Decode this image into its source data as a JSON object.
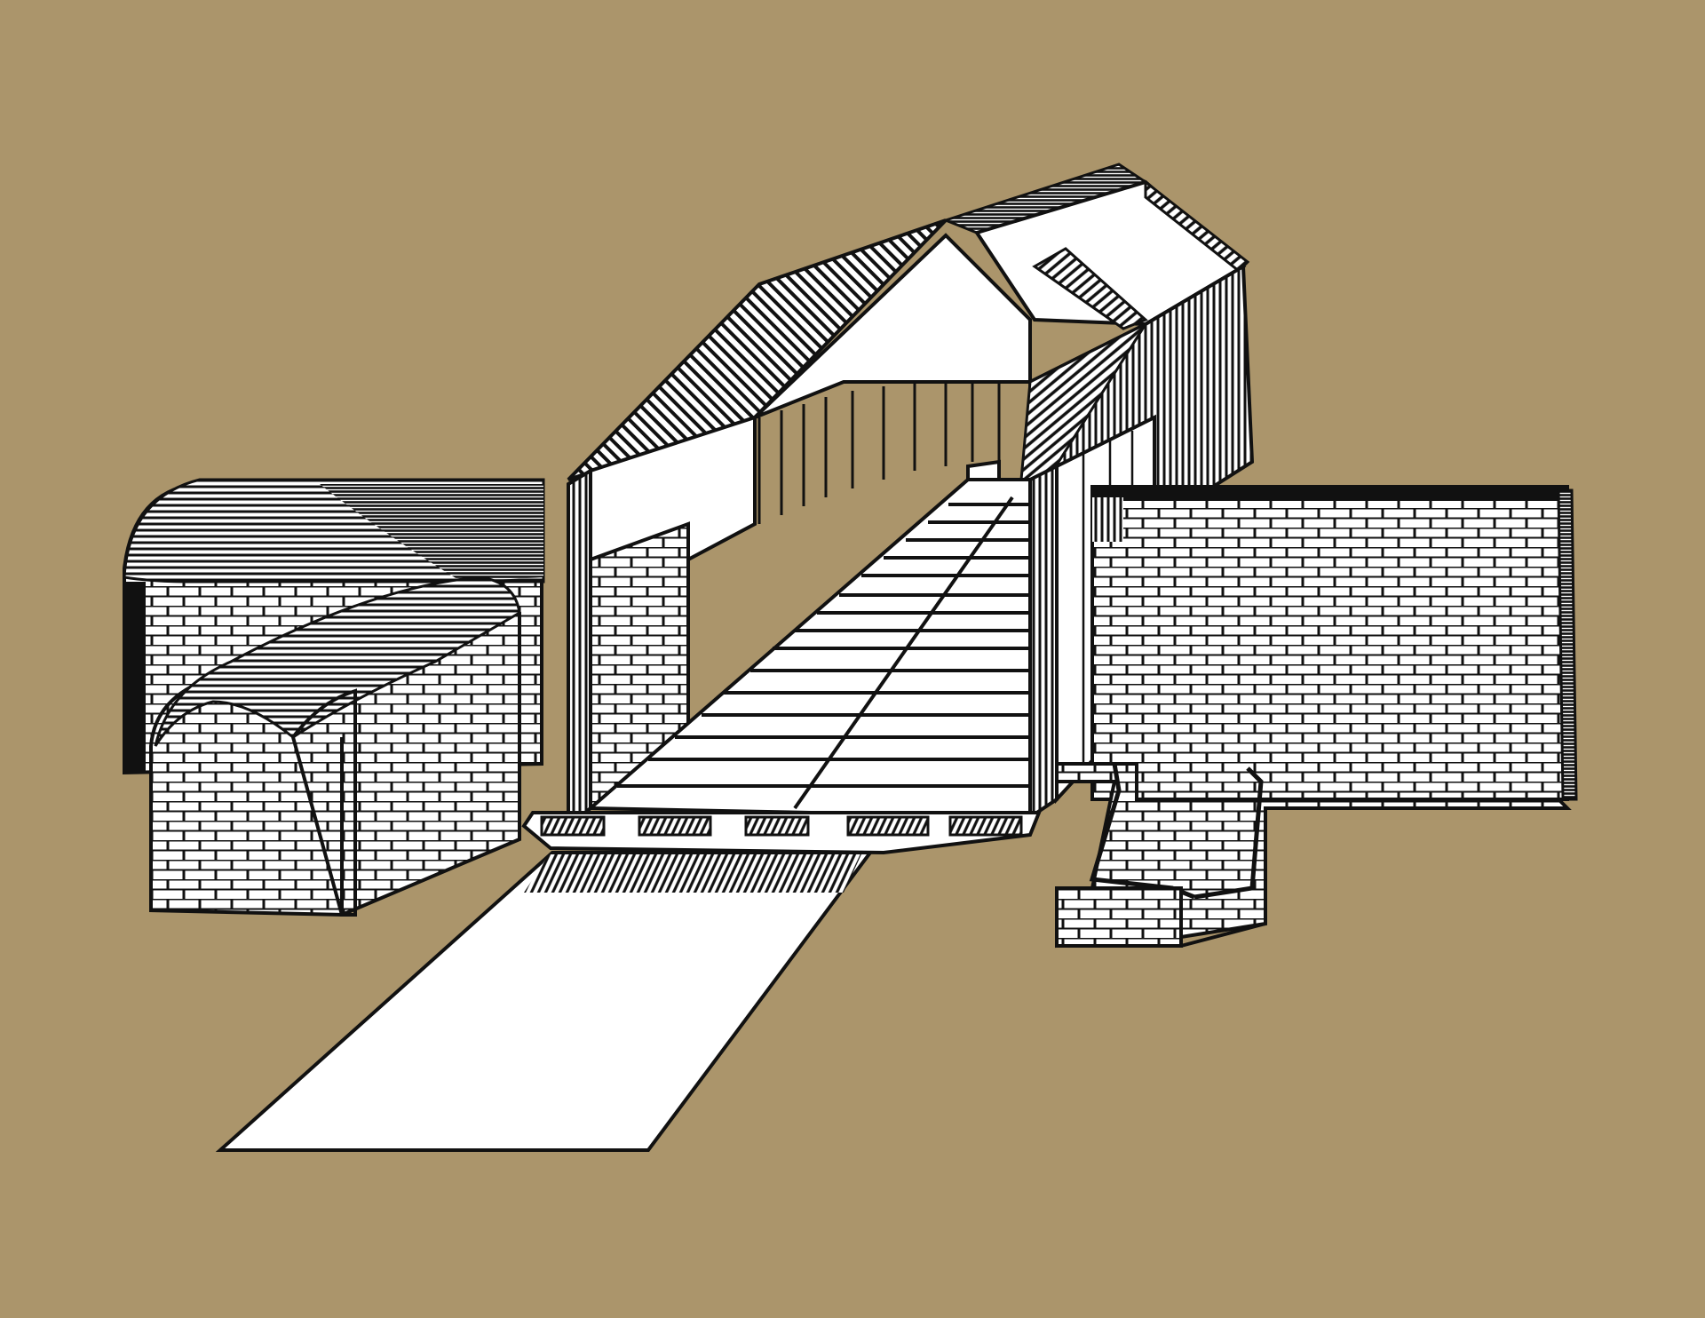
{
  "image": {
    "subject": "covered bridge",
    "style": "black-and-white engraving",
    "colors": {
      "background": "#ab956b",
      "ink": "#111111",
      "paper": "#ffffff"
    },
    "parts": [
      "covered-bridge",
      "gabled-roof",
      "bridge-portal",
      "plank-deck",
      "approach-road",
      "left-arched-brick-abutment",
      "right-brick-abutment-wall",
      "stepped-brick-wing-wall"
    ]
  }
}
